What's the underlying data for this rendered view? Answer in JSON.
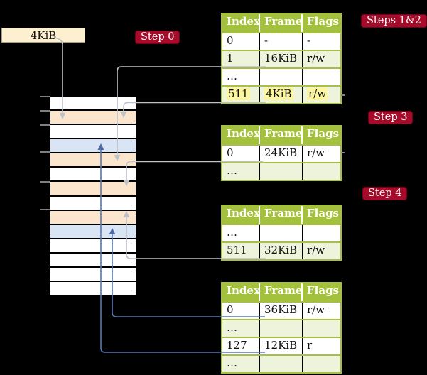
{
  "frame_box": {
    "label": "4KiB"
  },
  "badges": {
    "step0": "Step 0",
    "steps12": "Steps 1&2",
    "step3": "Step 3",
    "step4": "Step 4"
  },
  "memory_strip": {
    "row_colors": [
      "white",
      "orange",
      "white",
      "blue",
      "orange",
      "white",
      "orange",
      "white",
      "orange",
      "blue",
      "white",
      "white",
      "white",
      "white"
    ],
    "tick_count": 6
  },
  "page_tables": [
    {
      "name": "page-table-steps-1-2",
      "columns": [
        "Index",
        "Frame",
        "Flags"
      ],
      "rows": [
        {
          "index": "0",
          "frame": "-",
          "flags": "-",
          "shaded": false,
          "highlight": false
        },
        {
          "index": "1",
          "frame": "16KiB",
          "flags": "r/w",
          "shaded": true,
          "highlight": false
        },
        {
          "index": "…",
          "frame": "",
          "flags": "",
          "shaded": false,
          "highlight": false
        },
        {
          "index": "511",
          "frame": "4KiB",
          "flags": "r/w",
          "shaded": true,
          "highlight": true
        }
      ]
    },
    {
      "name": "page-table-step-3",
      "columns": [
        "Index",
        "Frame",
        "Flags"
      ],
      "rows": [
        {
          "index": "0",
          "frame": "24KiB",
          "flags": "r/w",
          "shaded": false,
          "highlight": false
        },
        {
          "index": "…",
          "frame": "",
          "flags": "",
          "shaded": true,
          "highlight": false
        }
      ]
    },
    {
      "name": "page-table-step-4",
      "columns": [
        "Index",
        "Frame",
        "Flags"
      ],
      "rows": [
        {
          "index": "…",
          "frame": "",
          "flags": "",
          "shaded": false,
          "highlight": false
        },
        {
          "index": "511",
          "frame": "32KiB",
          "flags": "r/w",
          "shaded": true,
          "highlight": false
        }
      ]
    },
    {
      "name": "page-table-final",
      "columns": [
        "Index",
        "Frame",
        "Flags"
      ],
      "rows": [
        {
          "index": "0",
          "frame": "36KiB",
          "flags": "r/w",
          "shaded": false,
          "highlight": false
        },
        {
          "index": "…",
          "frame": "",
          "flags": "",
          "shaded": true,
          "highlight": false
        },
        {
          "index": "127",
          "frame": "12KiB",
          "flags": "r",
          "shaded": false,
          "highlight": false
        },
        {
          "index": "…",
          "frame": "",
          "flags": "",
          "shaded": true,
          "highlight": false
        }
      ]
    }
  ],
  "colors": {
    "background": "#000000",
    "table_header_bg": "#a3c13c",
    "table_border": "#a6c045",
    "row_shaded_bg": "#eef3dc",
    "highlight_bg": "#fcf79e",
    "strip_orange": "#fce5cd",
    "strip_blue": "#d9e4f4",
    "frame_box_bg": "#fdf0d1",
    "badge_bg": "#a60b2a",
    "gray_arrow": "#bdc2c9",
    "blue_arrow": "#5578b6"
  }
}
